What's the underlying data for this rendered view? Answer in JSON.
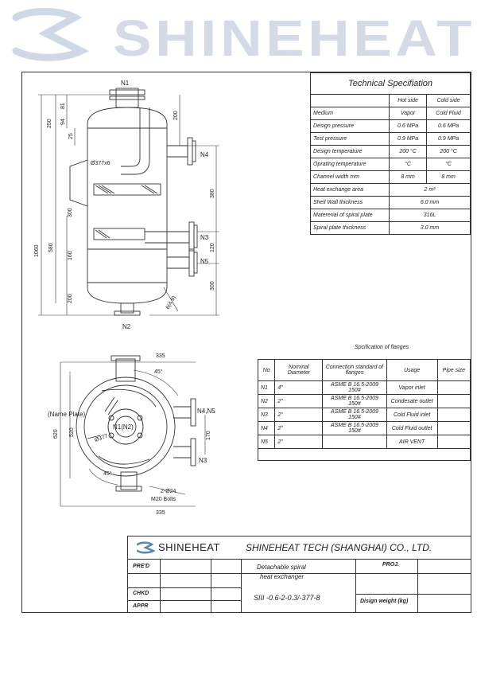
{
  "watermark": {
    "brand": "SHINEHEAT",
    "color": "#cfd8e6"
  },
  "drawing": {
    "nozzles": {
      "n1": "N1",
      "n2": "N2",
      "n3": "N3",
      "n4": "N4",
      "n5": "N5",
      "n4n5": "N4,N5",
      "n1n2": "N1(N2)"
    },
    "dims_front": {
      "d250": "250",
      "d81": "81",
      "d94": "94",
      "d25": "25",
      "d200top": "200",
      "d377": "Ø377x6",
      "d380": "380",
      "d300a": "300",
      "d120": "120",
      "d1060": "1060",
      "d580": "580",
      "d160": "160",
      "d300b": "300",
      "d200bot": "200",
      "d6": "6(4.9)"
    },
    "dims_plan": {
      "d335top": "335",
      "d45a": "45°",
      "name_plate": "(Name Plate)",
      "d620": "620",
      "d520": "520",
      "d377": "Ø377",
      "d170": "170",
      "d45b": "45°",
      "bolts1": "2-Ø24",
      "bolts2": "M20 Bolts",
      "d335bot": "335"
    }
  },
  "spec": {
    "title": "Technical  Specifiation",
    "header": [
      "",
      "Hot side",
      "Cold side"
    ],
    "rows": [
      [
        "Medium",
        "Vapor",
        "Cold Fluid"
      ],
      [
        "Design pressure",
        "0.6  MPa",
        "0.6  MPa"
      ],
      [
        "Test pressure",
        "0.9  MPa",
        "0.9  MPa"
      ],
      [
        "Design temperature",
        "200  °C",
        "200  °C"
      ],
      [
        "Oprating temperature",
        "°C",
        "°C"
      ],
      [
        "Channel width  mm",
        "8  mm",
        "8  mm"
      ]
    ],
    "merged_rows": [
      [
        "Heat exchange area",
        "2  m²"
      ],
      [
        "Shell Wall thickness",
        "6.0 mm"
      ],
      [
        "Matererial of spiral plate",
        "316L"
      ],
      [
        "Spiral plate thickness",
        "3.0 mm"
      ]
    ]
  },
  "flanges": {
    "title": "Spcification of flanges",
    "header": [
      "No",
      "Nominal Diameter",
      "Connection standard of flanges",
      "Usage",
      "Pipe size"
    ],
    "rows": [
      [
        "N1",
        "4\"",
        "ASME B 16.5-2009  150#",
        "Vapor inlet",
        ""
      ],
      [
        "N2",
        "2\"",
        "ASME B 16.5-2009  150#",
        "Condesate outlet",
        ""
      ],
      [
        "N3",
        "2\"",
        "ASME B 16.5-2009  150#",
        "Cold Fluid inlet",
        ""
      ],
      [
        "N4",
        "2\"",
        "ASME B 16.5-2009  150#",
        "Cold Fluid outlet",
        ""
      ],
      [
        "N5",
        "2\"",
        "",
        "AIR VENT",
        ""
      ]
    ]
  },
  "title_block": {
    "logo": "SHINEHEAT",
    "company": "SHINEHEAT TECH (SHANGHAI) CO., LTD.",
    "pre": "PRE'D",
    "chkd": "CHKD",
    "appr": "APPR",
    "product1": "Detachable spiral",
    "product2": "heat exchanger",
    "model": "SIII -0.6-2-0.3/-377-8",
    "proj": "PROJ.",
    "weight": "Disign weight (kg)"
  }
}
